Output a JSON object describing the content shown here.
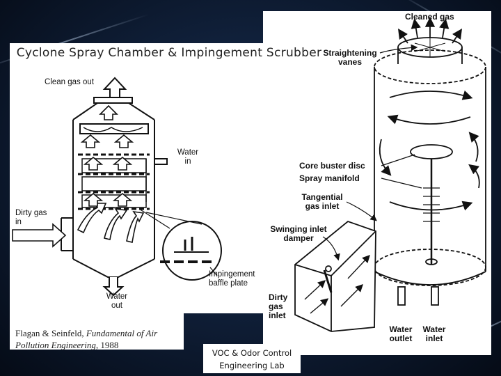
{
  "title": "Cyclone Spray Chamber & Impingement Scrubber",
  "left_diagram": {
    "labels": {
      "clean_gas_out": "Clean gas out",
      "water_in": "Water in",
      "dirty_gas_in": "Dirty gas in",
      "water_out": "Water out",
      "impingement_baffle_plate": "Impingement baffle plate"
    }
  },
  "right_diagram": {
    "labels": {
      "cleaned_gas": "Cleaned gas",
      "straightening_vanes": "Straightening vanes",
      "core_buster_disc": "Core buster disc",
      "spray_manifold": "Spray manifold",
      "tangential_gas_inlet": "Tangential gas inlet",
      "swinging_inlet_damper": "Swinging inlet damper",
      "dirty_gas_inlet": "Dirty gas inlet",
      "water_outlet": "Water outlet",
      "water_inlet": "Water inlet"
    }
  },
  "credit": {
    "authors": "Flagan & Seinfeld, ",
    "book": "Fundamental of Air Pollution Engineering",
    "year": ", 1988"
  },
  "footer": "VOC & Odor Control Engineering Lab"
}
